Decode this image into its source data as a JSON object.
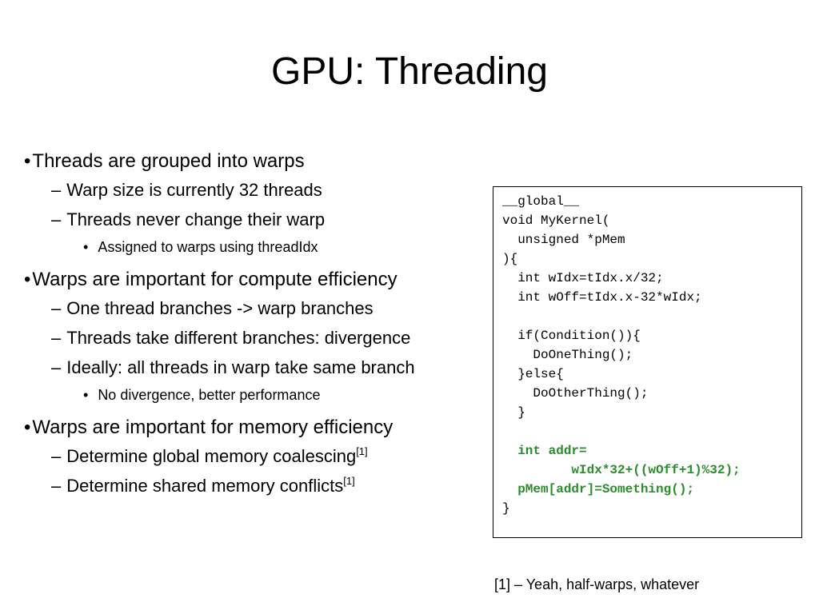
{
  "slide": {
    "title": "GPU: Threading",
    "bullets": [
      {
        "level": 1,
        "mark": "•",
        "text": "Threads are grouped into warps",
        "sup": ""
      },
      {
        "level": 2,
        "mark": "–",
        "text": "Warp size is currently 32 threads",
        "sup": ""
      },
      {
        "level": 2,
        "mark": "–",
        "text": "Threads never change their warp",
        "sup": ""
      },
      {
        "level": 3,
        "mark": "•",
        "text": "Assigned to warps using threadIdx",
        "sup": ""
      },
      {
        "level": 1,
        "mark": "•",
        "text": "Warps are important for compute efficiency",
        "sup": ""
      },
      {
        "level": 2,
        "mark": "–",
        "text": "One thread branches -> warp branches",
        "sup": ""
      },
      {
        "level": 2,
        "mark": "–",
        "text": "Threads take different branches: divergence",
        "sup": ""
      },
      {
        "level": 2,
        "mark": "–",
        "text": "Ideally: all threads in warp take same branch",
        "sup": ""
      },
      {
        "level": 3,
        "mark": "•",
        "text": "No divergence, better performance",
        "sup": ""
      },
      {
        "level": 1,
        "mark": "•",
        "text": "Warps are important for memory efficiency",
        "sup": ""
      },
      {
        "level": 2,
        "mark": "–",
        "text": "Determine global memory coalescing",
        "sup": "[1]"
      },
      {
        "level": 2,
        "mark": "–",
        "text": "Determine shared memory conflicts",
        "sup": "[1]"
      }
    ],
    "code_lines": [
      {
        "text": "__global__",
        "highlight": false
      },
      {
        "text": "void MyKernel(",
        "highlight": false
      },
      {
        "text": "  unsigned *pMem",
        "highlight": false
      },
      {
        "text": "){",
        "highlight": false
      },
      {
        "text": "  int wIdx=tIdx.x/32;",
        "highlight": false
      },
      {
        "text": "  int wOff=tIdx.x-32*wIdx;",
        "highlight": false
      },
      {
        "text": "",
        "highlight": false
      },
      {
        "text": "  if(Condition()){",
        "highlight": false
      },
      {
        "text": "    DoOneThing();",
        "highlight": false
      },
      {
        "text": "  }else{",
        "highlight": false
      },
      {
        "text": "    DoOtherThing();",
        "highlight": false
      },
      {
        "text": "  }",
        "highlight": false
      },
      {
        "text": "",
        "highlight": false
      },
      {
        "text": "  int addr=",
        "highlight": true
      },
      {
        "text": "         wIdx*32+((wOff+1)%32);",
        "highlight": true
      },
      {
        "text": "  pMem[addr]=Something();",
        "highlight": true
      },
      {
        "text": "}",
        "highlight": false
      }
    ],
    "code_highlight_color": "#2a8c2a",
    "footnote": "[1] – Yeah, half-warps, whatever"
  }
}
